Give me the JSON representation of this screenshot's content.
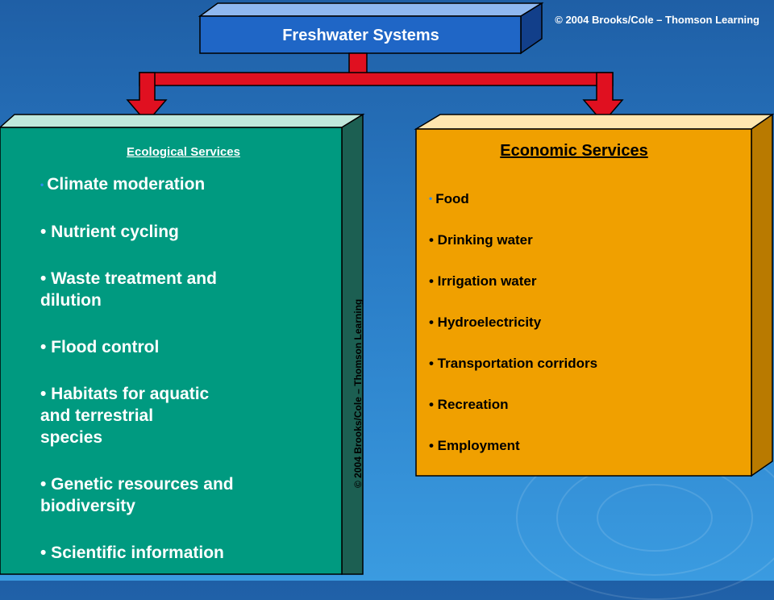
{
  "copyright": "© 2004 Brooks/Cole – Thomson Learning",
  "title": "Freshwater Systems",
  "ecological": {
    "heading": "Ecological Services",
    "items": [
      "Climate moderation",
      "• Nutrient cycling",
      "• Waste treatment and\ndilution",
      "• Flood control",
      "• Habitats for aquatic\n   and terrestrial\n   species",
      "• Genetic resources and\nbiodiversity",
      "• Scientific information"
    ]
  },
  "economic": {
    "heading": "Economic Services",
    "items": [
      "Food",
      "• Drinking water",
      "• Irrigation water",
      "• Hydroelectricity",
      "• Transportation corridors",
      "• Recreation",
      "• Employment"
    ]
  },
  "side_credit": "© 2004 Brooks/Cole – Thomson Learning",
  "colors": {
    "title_box": "#1f66c6",
    "ecological_box": "#009a80",
    "economic_box": "#f0a000",
    "arrow": "#e01020"
  }
}
